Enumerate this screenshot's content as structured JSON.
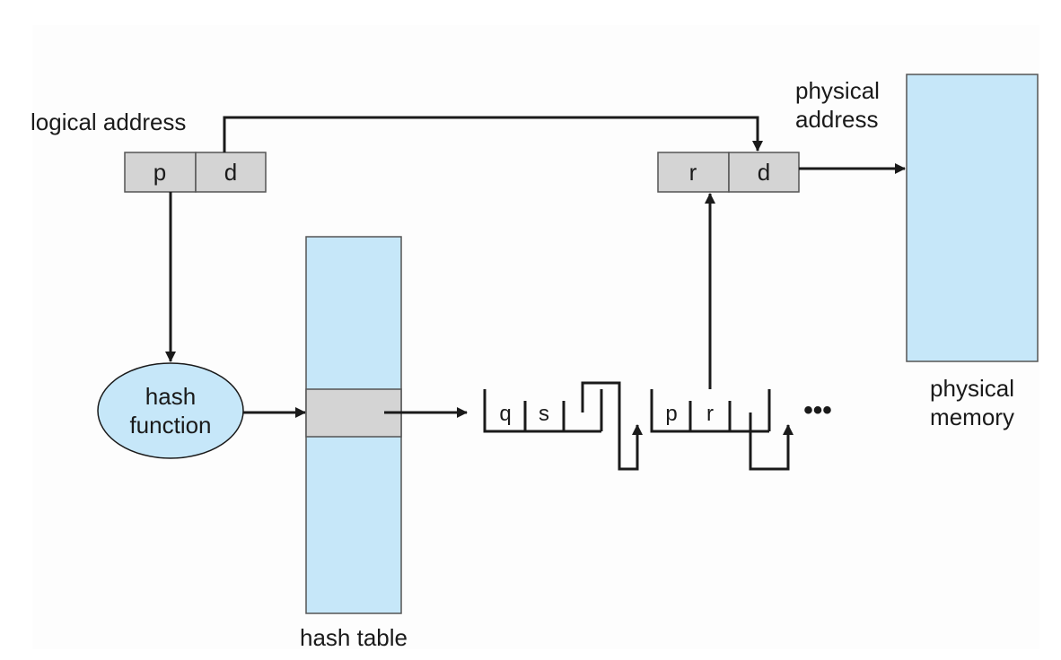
{
  "labels": {
    "logical_address": "logical address",
    "physical_address_line1": "physical",
    "physical_address_line2": "address",
    "physical_memory_line1": "physical",
    "physical_memory_line2": "memory",
    "hash_function_line1": "hash",
    "hash_function_line2": "function",
    "hash_table": "hash table",
    "ellipsis": "•••"
  },
  "logical_address_fields": {
    "page": "p",
    "offset": "d"
  },
  "physical_address_fields": {
    "frame": "r",
    "offset": "d"
  },
  "chain_nodes": [
    {
      "virtual_page": "q",
      "frame": "s"
    },
    {
      "virtual_page": "p",
      "frame": "r"
    }
  ],
  "colors": {
    "memory_fill": "#c6e7f9",
    "register_fill": "#d4d4d4",
    "line": "#1a1a1a"
  }
}
